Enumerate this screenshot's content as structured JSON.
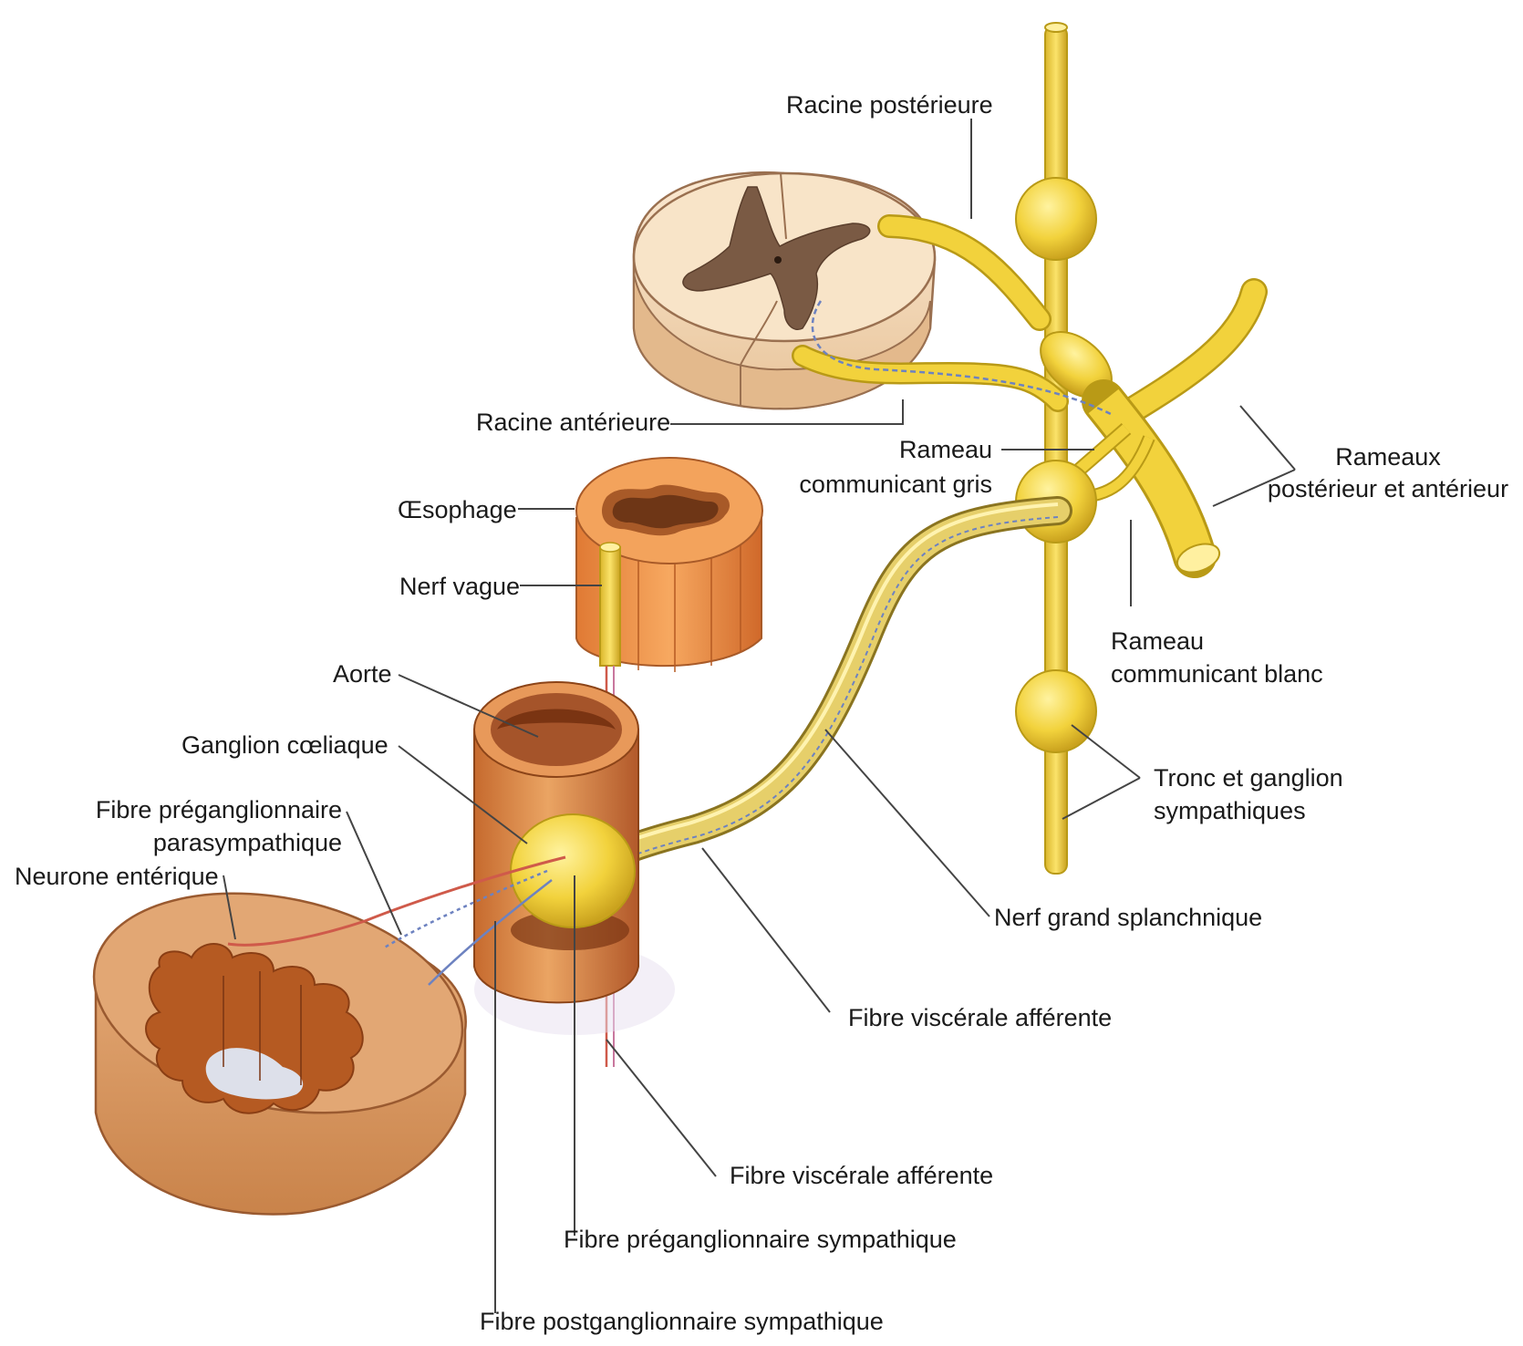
{
  "labels": {
    "racine_posterieure": "Racine postérieure",
    "racine_anterieure": "Racine antérieure",
    "rameau_gris_1": "Rameau",
    "rameau_gris_2": "communicant gris",
    "rameaux_1": "Rameaux",
    "rameaux_2": "postérieur et antérieur",
    "oesophage": "Œsophage",
    "nerf_vague": "Nerf vague",
    "rameau_blanc_1": "Rameau",
    "rameau_blanc_2": "communicant blanc",
    "aorte": "Aorte",
    "ganglion_coeliaque": "Ganglion cœliaque",
    "tronc_1": "Tronc et ganglion",
    "tronc_2": "sympathiques",
    "fibre_pregang_para_1": "Fibre préganglionnaire",
    "fibre_pregang_para_2": "parasympathique",
    "neurone_enterique": "Neurone entérique",
    "nerf_grand_splanchnique": "Nerf grand splanchnique",
    "fibre_visc_aff_1": "Fibre viscérale afférente",
    "fibre_visc_aff_2": "Fibre viscérale afférente",
    "fibre_pregang_symp": "Fibre préganglionnaire sympathique",
    "fibre_postgang_symp": "Fibre postganglionnaire sympathique"
  },
  "colors": {
    "nerve_yellow": "#f2d23c",
    "nerve_outline": "#b99a16",
    "cord_tan": "#f1d6b4",
    "grey_matter": "#7a5a44",
    "organ_orange": "#d98a4c",
    "organ_dark": "#a85a28",
    "intestine": "#e2a774",
    "fiber_blue": "#6d82c0",
    "fiber_red": "#cf5a4a"
  }
}
